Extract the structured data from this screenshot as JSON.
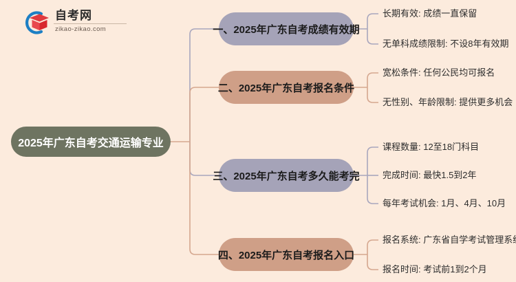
{
  "logo": {
    "title": "自考网",
    "domain": "zikao-zikao.com",
    "mark_icon": "graduation-cap-icon",
    "arc_color": "#1d7fc4",
    "cap_color": "#e03a3f"
  },
  "colors": {
    "background": "#fcebdd",
    "root_fill": "#6e7461",
    "root_text": "#ffffff",
    "branch_purple": "#a5a3b8",
    "branch_tan": "#cf9f87",
    "connector_purple": "#a8a6bd",
    "connector_tan": "#d5a78f",
    "leaf_text": "#2d2d2d"
  },
  "root": {
    "label": "2025年广东自考交通运输专业"
  },
  "branches": [
    {
      "label": "一、2025年广东自考成绩有效期",
      "color": "#a5a3b8",
      "leaves": [
        "长期有效: 成绩一直保留",
        "无单科成绩限制: 不设8年有效期"
      ]
    },
    {
      "label": "二、2025年广东自考报名条件",
      "color": "#cf9f87",
      "leaves": [
        "宽松条件: 任何公民均可报名",
        "无性别、年龄限制: 提供更多机会"
      ]
    },
    {
      "label": "三、2025年广东自考多久能考完",
      "color": "#a5a3b8",
      "leaves": [
        "课程数量: 12至18门科目",
        "完成时间: 最快1.5到2年",
        "每年考试机会: 1月、4月、10月"
      ]
    },
    {
      "label": "四、2025年广东自考报名入口",
      "color": "#cf9f87",
      "leaves": [
        "报名系统: 广东省自学考试管理系统",
        "报名时间: 考试前1到2个月"
      ]
    }
  ]
}
